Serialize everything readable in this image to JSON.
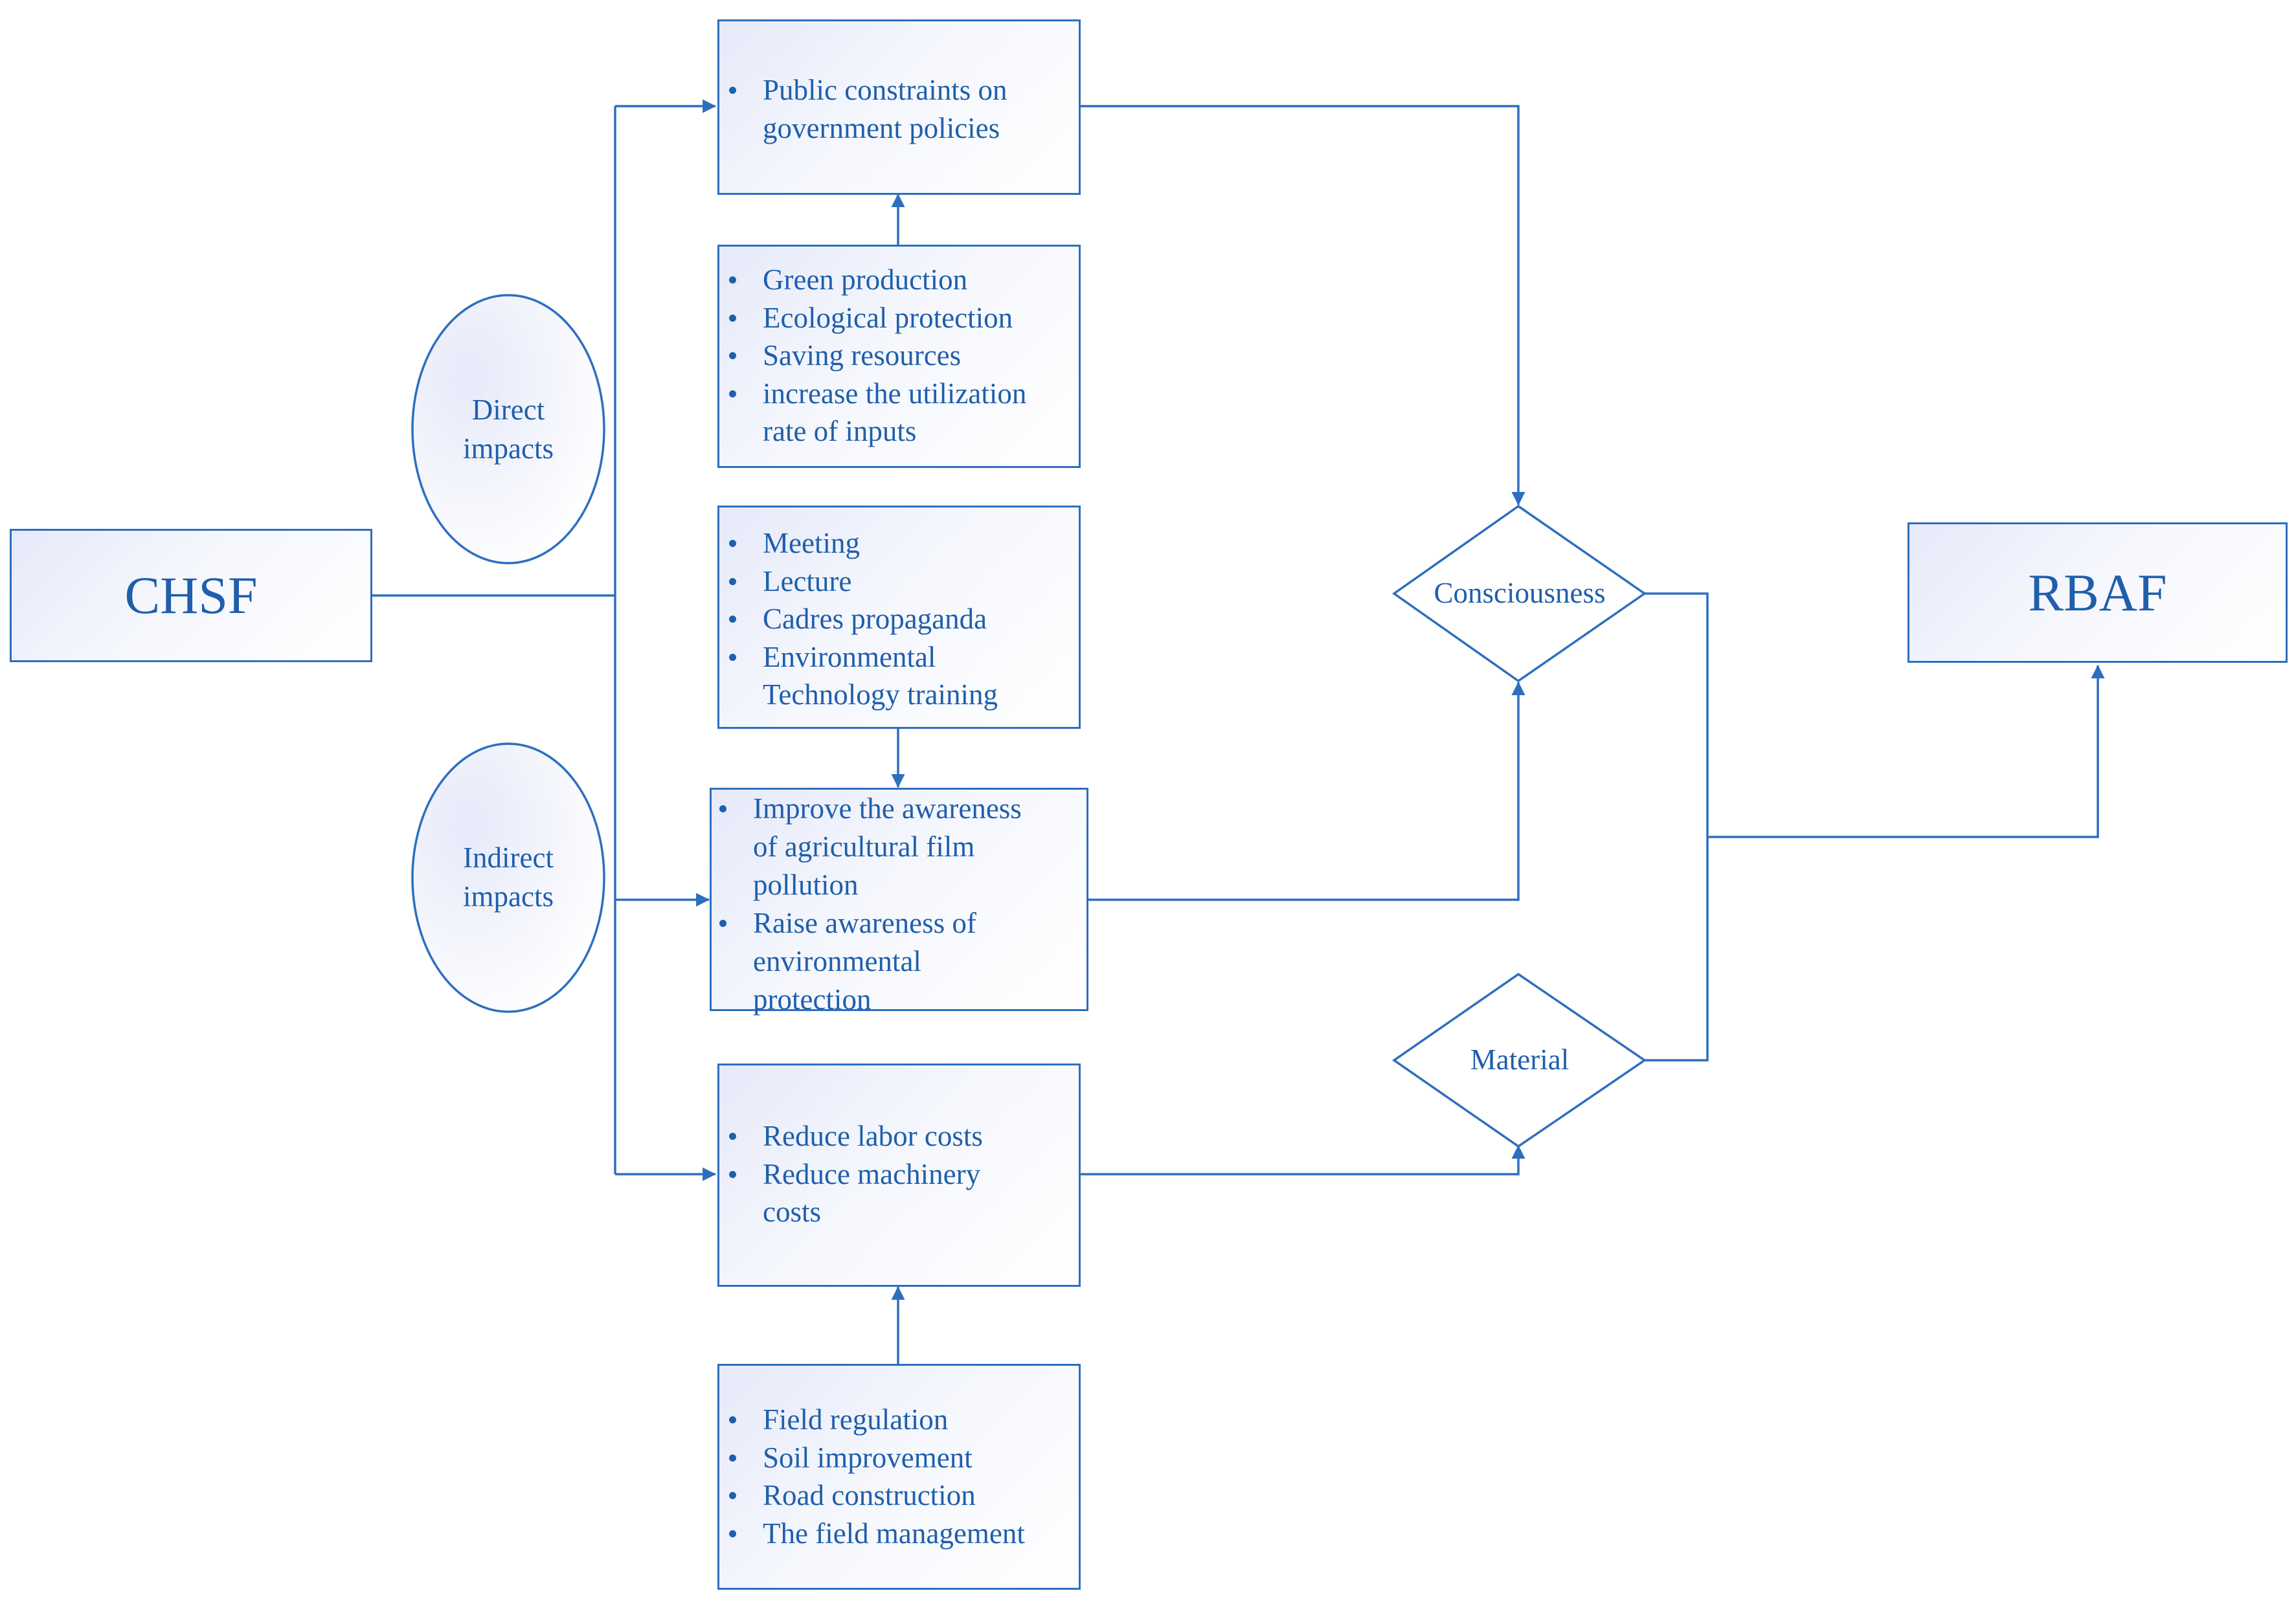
{
  "colors": {
    "line": "#2d6fbe",
    "text": "#1f5fab",
    "box_fill_top": "#e6eaf9",
    "box_fill_bottom": "#ffffff"
  },
  "source_node": {
    "label": "CHSF"
  },
  "target_node": {
    "label": "RBAF"
  },
  "impact_ellipses": [
    {
      "lines": [
        "Direct",
        "impacts"
      ]
    },
    {
      "lines": [
        "Indirect",
        "impacts"
      ]
    }
  ],
  "boxes": {
    "public_constraints": {
      "items": [
        "Public constraints on",
        "government policies"
      ]
    },
    "green_practices": {
      "items": [
        "Green production",
        "Ecological protection",
        "Saving resources",
        "increase the utilization",
        "rate of inputs"
      ]
    },
    "publicity": {
      "items": [
        "Meeting",
        "Lecture",
        "Cadres propaganda",
        "Environmental",
        "Technology training"
      ]
    },
    "awareness": {
      "items": [
        "Improve the awareness",
        "of agricultural film",
        "pollution",
        "Raise awareness of",
        "environmental",
        "protection"
      ]
    },
    "cost_reduction": {
      "items": [
        "Reduce labor costs",
        "Reduce machinery",
        "costs"
      ]
    },
    "field_works": {
      "items": [
        "Field regulation",
        "Soil improvement",
        "Road construction",
        "The field management"
      ]
    }
  },
  "decisions": {
    "consciousness": "Consciousness",
    "material": "Material"
  }
}
